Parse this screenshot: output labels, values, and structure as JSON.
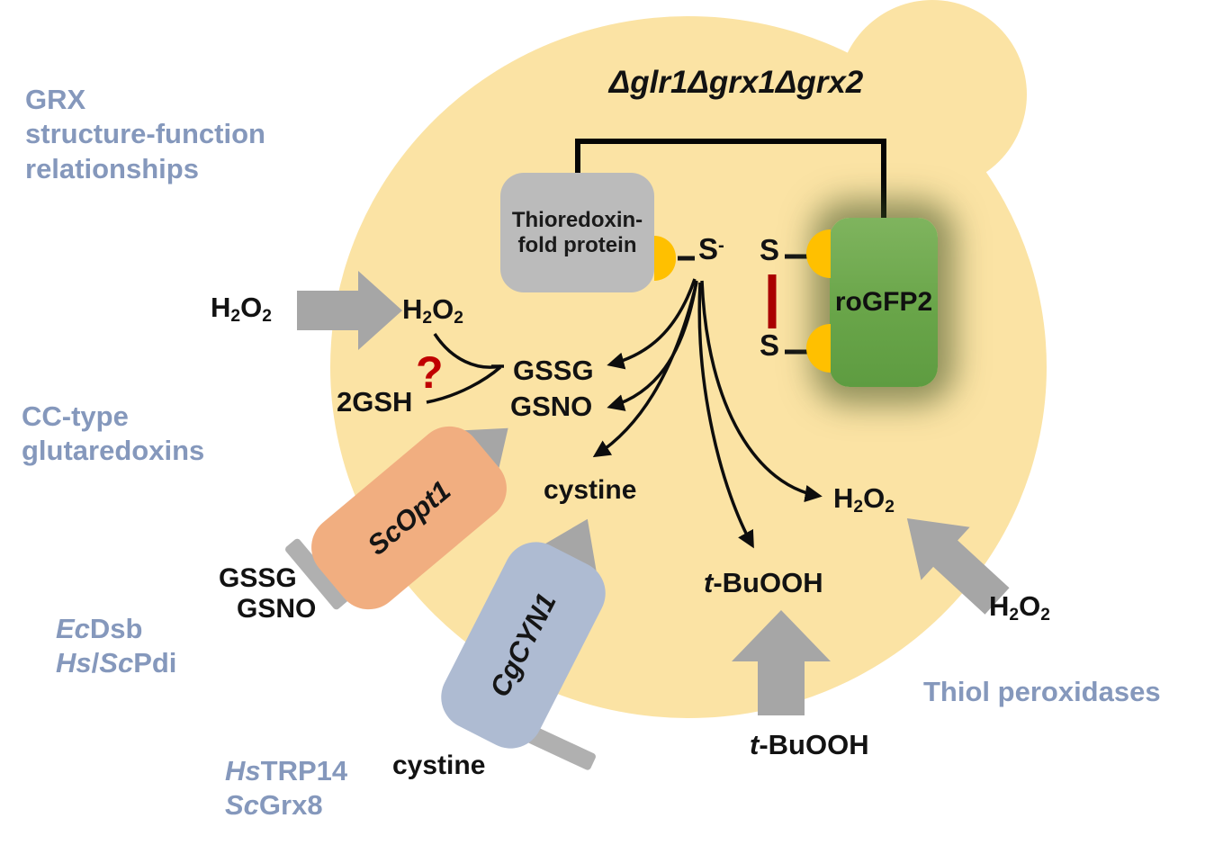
{
  "colors": {
    "cell": "#FBE3A4",
    "membrane_arrow_gray": "#A6A6A6",
    "stub_gray": "#B0B0B0",
    "thioredoxin_box_gray": "#BBBBBB",
    "rogfp2_green": "#6CA64D",
    "cysteine_yellow": "#FFC000",
    "scopt1_orange": "#F1AE80",
    "cgcyn1_blue": "#AEBBD2",
    "side_label_blue": "#8598BC",
    "accent_red": "#B01010"
  },
  "title": "Δglr1Δgrx1Δgrx2",
  "side_labels": {
    "grx": [
      "GRX",
      "structure-function",
      "relationships"
    ],
    "cc_type": [
      "CC-type",
      "glutaredoxins"
    ],
    "ec_dsb": {
      "prefix": "Ec",
      "name": "Dsb"
    },
    "hs_sc_pdi": {
      "p1": "Hs",
      "sep": "/",
      "p2": "Sc",
      "name": "Pdi"
    },
    "hs_trp14": {
      "prefix": "Hs",
      "name": "TRP14"
    },
    "sc_grx8": {
      "prefix": "Sc",
      "name": "Grx8"
    },
    "thiol_peroxidases": "Thiol peroxidases"
  },
  "proteins": {
    "thioredoxin": [
      "Thioredoxin-",
      "fold protein"
    ],
    "rogfp2": "roGFP2",
    "scopt1": {
      "prefix": "Sc",
      "name": "Opt1"
    },
    "cgcyn1": {
      "prefix": "Cg",
      "name": "CYN1"
    }
  },
  "chemicals": {
    "h2o2": {
      "sym1": "H",
      "sub1": "2",
      "sym2": "O",
      "sub2": "2"
    },
    "gsh": "2GSH",
    "gssg": "GSSG",
    "gsno": "GSNO",
    "cystine": "cystine",
    "tbuooh": {
      "prefix": "t",
      "rest": "-BuOOH"
    },
    "thiolate": {
      "base": "S",
      "sup": "-"
    },
    "sulfur": "S",
    "question_mark": "?"
  }
}
